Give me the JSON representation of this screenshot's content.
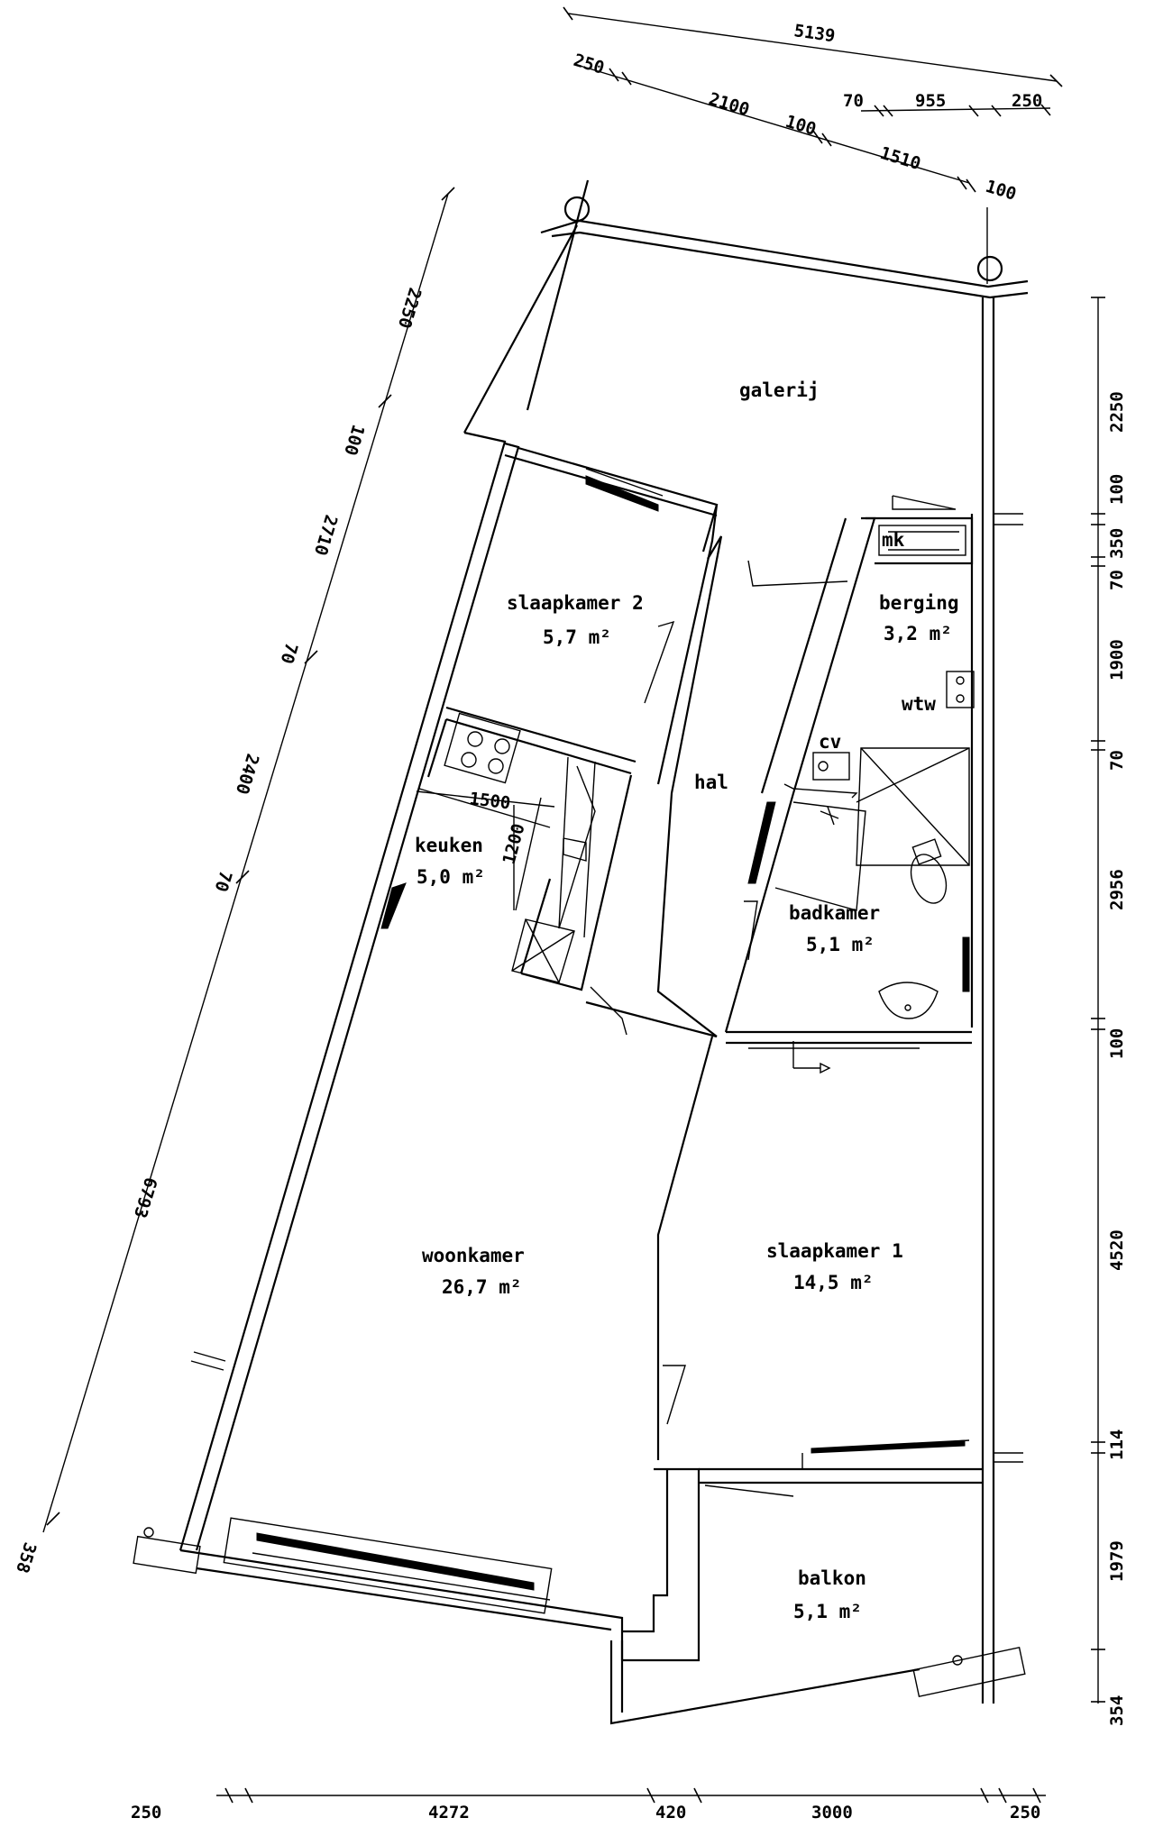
{
  "rooms": {
    "galerij": {
      "name": "galerij"
    },
    "slaapkamer2": {
      "name": "slaapkamer 2",
      "area": "5,7 m²"
    },
    "berging": {
      "name": "berging",
      "area": "3,2 m²"
    },
    "mk": {
      "name": "mk"
    },
    "wtw": {
      "name": "wtw"
    },
    "cv": {
      "name": "cv"
    },
    "hal": {
      "name": "hal"
    },
    "keuken": {
      "name": "keuken",
      "area": "5,0 m²"
    },
    "badkamer": {
      "name": "badkamer",
      "area": "5,1 m²"
    },
    "woonkamer": {
      "name": "woonkamer",
      "area": "26,7 m²"
    },
    "slaapkamer1": {
      "name": "slaapkamer 1",
      "area": "14,5 m²"
    },
    "balkon": {
      "name": "balkon",
      "area": "5,1 m²"
    }
  },
  "kitchen_dims": {
    "width": "1500",
    "depth": "1200"
  },
  "dims_top": {
    "overall": "5139",
    "a": "250",
    "b": "2100",
    "c": "100",
    "d": "1510",
    "e": "100",
    "f": "70",
    "g": "955",
    "h": "250"
  },
  "dims_right": [
    "2250",
    "100",
    "350",
    "70",
    "1900",
    "70",
    "2956",
    "100",
    "4520",
    "114",
    "1979",
    "354"
  ],
  "dims_bottom": [
    "250",
    "4272",
    "420",
    "3000",
    "250"
  ],
  "dims_left": [
    "2250",
    "100",
    "2710",
    "70",
    "2400",
    "70",
    "6793",
    "358"
  ]
}
